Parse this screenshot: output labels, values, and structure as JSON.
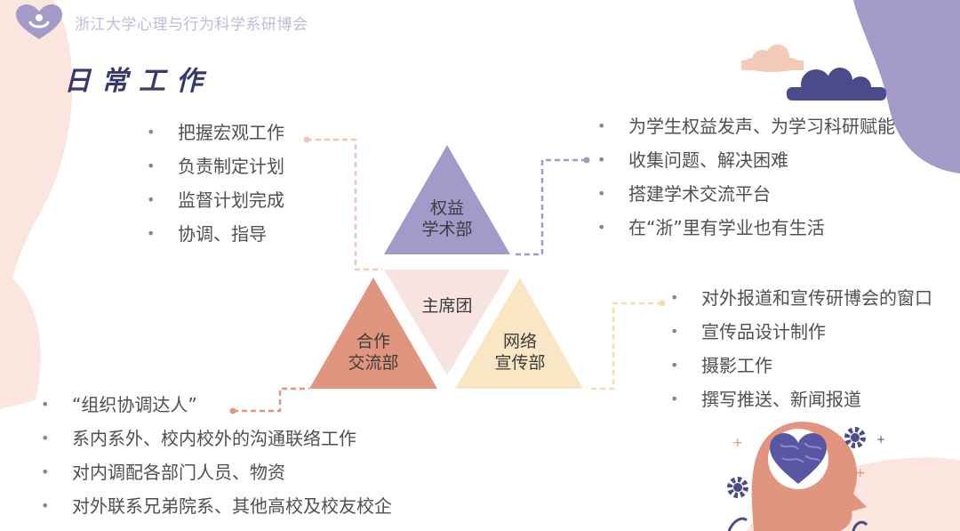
{
  "header": {
    "org_name": "浙江大学心理与行为科学系研博会"
  },
  "section_title": "日常工作",
  "triangles": {
    "top": {
      "line1": "权益",
      "line2": "学术部",
      "color": "#a39ac9"
    },
    "center": {
      "label": "主席团",
      "color": "#f7e3df"
    },
    "left": {
      "line1": "合作",
      "line2": "交流部",
      "color": "#e2957e"
    },
    "right": {
      "line1": "网络",
      "line2": "宣传部",
      "color": "#f8e6c4"
    }
  },
  "lists": {
    "presidium": [
      "把握宏观工作",
      "负责制定计划",
      "监督计划完成",
      "协调、指导"
    ],
    "rights": [
      "为学生权益发声、为学习科研赋能",
      "收集问题、解决困难",
      "搭建学术交流平台",
      "在“浙”里有学业也有生活"
    ],
    "media": [
      "对外报道和宣传研博会的窗口",
      "宣传品设计制作",
      "摄影工作",
      "撰写推送、新闻报道"
    ],
    "cooperation": [
      "“组织协调达人”",
      "系内系外、校内校外的沟通联络工作",
      "对内调配各部门人员、物资",
      "对外联系兄弟院系、其他高校及校友校企"
    ]
  },
  "colors": {
    "peach": "#fbe6df",
    "lavender": "#a39ac9",
    "navy": "#4b4a8a",
    "orange": "#e2957e",
    "cream": "#f8e6c4"
  },
  "icons": [
    "logo-heart-icon",
    "cloud-icon",
    "brain-head-icon",
    "gear-icon"
  ]
}
